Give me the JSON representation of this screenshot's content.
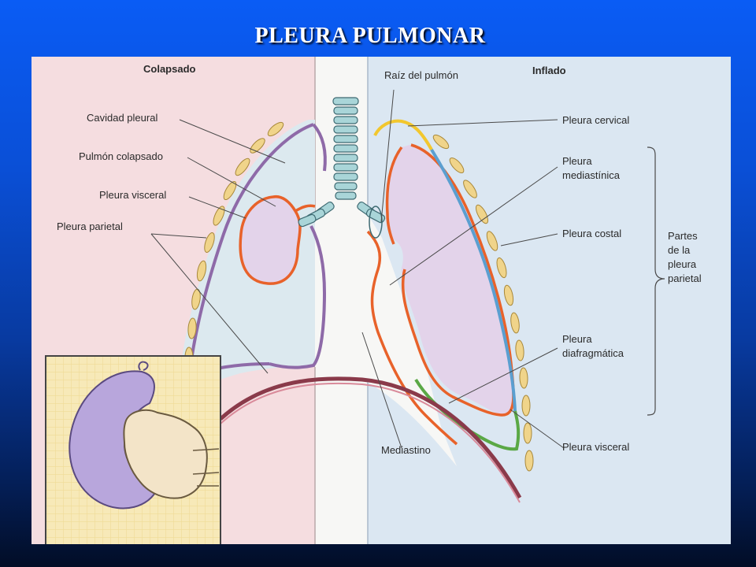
{
  "slide": {
    "title": "PLEURA PULMONAR"
  },
  "diagram": {
    "panel_left_heading": "Colapsado",
    "panel_right_heading": "Inflado",
    "labels": {
      "cavidad_pleural": "Cavidad pleural",
      "pulmon_colapsado": "Pulmón colapsado",
      "pleura_visceral_left": "Pleura visceral",
      "pleura_parietal": "Pleura parietal",
      "raiz_pulmon": "Raíz del pulmón",
      "pleura_cervical": "Pleura cervical",
      "pleura_mediastinica_1": "Pleura",
      "pleura_mediastinica_2": "mediastínica",
      "pleura_costal": "Pleura costal",
      "partes_1": "Partes",
      "partes_2": "de la",
      "partes_3": "pleura",
      "partes_4": "parietal",
      "pleura_diafragmatica_1": "Pleura",
      "pleura_diafragmatica_2": "diafragmática",
      "mediastino": "Mediastino",
      "pleura_visceral_right": "Pleura visceral"
    },
    "colors": {
      "left_bg": "#f5dde0",
      "right_bg": "#dbe7f2",
      "center_bg": "#f7f7f5",
      "visceral": "#e8622a",
      "parietal_left": "#8e6aa8",
      "costal": "#5b9fd0",
      "cervical": "#f2c72e",
      "diaphragmatic": "#5aa845",
      "rib": "#f0d48a",
      "trachea": "#a9d5d8",
      "lung_fill": "#e3d3ea",
      "inset_fill": "#b8a6dc"
    }
  }
}
